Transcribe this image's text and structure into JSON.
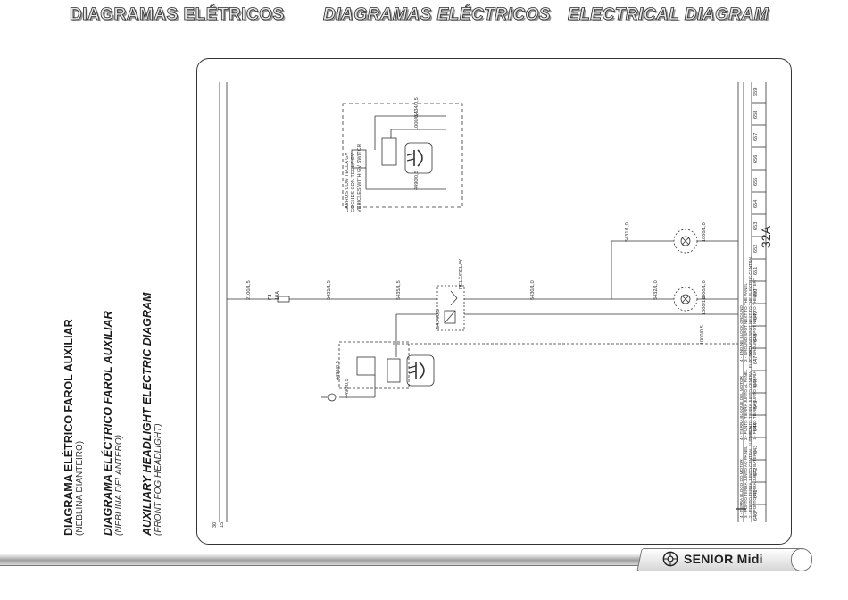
{
  "header": {
    "title_pt": "DIAGRAMAS ELÉTRICOS",
    "title_es": "DIAGRAMAS ELÉCTRICOS",
    "title_en": "ELECTRICAL DIAGRAM"
  },
  "titles": [
    {
      "title": "DIAGRAMA ELÉTRICO FAROL AUXILIAR",
      "subtitle": "(NEBLINA DIANTEIRO)"
    },
    {
      "title": "DIAGRAMA ELÉCTRICO FAROL AUXILIAR",
      "subtitle": "(NEBLINA DELANTERO)"
    },
    {
      "title": "AUXILIARY HEADLIGHT ELECTRIC DIAGRAM",
      "subtitle": "(FRONT FOG HEADLIGHT)"
    }
  ],
  "diagram": {
    "sheet_id": "32A",
    "gv_box": [
      "CARROS COM TECLA GV",
      "COCHES CON TECLA GV",
      "VEHICLES WITH GV SWITCH"
    ],
    "fuse": {
      "id": "F3",
      "rating": "10A"
    },
    "wires": {
      "w_2100": "2100/1,5",
      "w_5435": "5435/1,5",
      "w_5430": "5430/1,0",
      "w_5431_top": "5431/1,0",
      "w_5432": "5432/1,0",
      "w_1000_top": "1000/1,0",
      "w_1000_mid": "1000/1,0",
      "w_1000_mid2": "1000/1,0",
      "w_1000_bot": "1000/0,5",
      "w_5434_a": "5434/0,5",
      "w_5434_b": "5434/0,5",
      "w_1000_gv": "1000/0,5",
      "w_4490_a": "4490/0,5",
      "w_4490_b": "4490/0,5",
      "w_4490_c": "4490/0,5",
      "relay": "RELÉ/RELAY"
    },
    "rail_labels": [
      "30",
      "15"
    ],
    "ground_legend": [
      "4 - TERRA BLOCO DO MOTOR",
      "3 - PONTO TERRA JUNTO AO PAINEL",
      "2 - PONTO TERRA JUNTO CENTRAL ELÉTRICA",
      "1 - PONTO TERRA JUNTO BATERIA",
      "4 - TIERRA BLOQUE DEL MOTOR",
      "3 - PUNTO TIERRA JUNTO AL PANEL",
      "2 - PUNTO TIERRA JUNTO CENTRAL ELÉCTRICA",
      "1 - PUNTO TIERRA JUNTO BATERÍA",
      "4 - ENGINE BLOCK GROUND",
      "3 - GROUND SPOT NEXT TO THE PANEL",
      "2 - GROUND SPOT NEXT TO THE ELECTRIC CENTRAL",
      "1 - GROUND SPOT NEXT TO THE BATTERY"
    ],
    "columns": [
      "640",
      "641",
      "642",
      "643",
      "644",
      "645",
      "646",
      "647",
      "648",
      "649",
      "650",
      "651",
      "652",
      "653",
      "654",
      "655",
      "656",
      "657",
      "658",
      "659"
    ]
  },
  "footer": {
    "brand": "SENIOR Midi"
  }
}
